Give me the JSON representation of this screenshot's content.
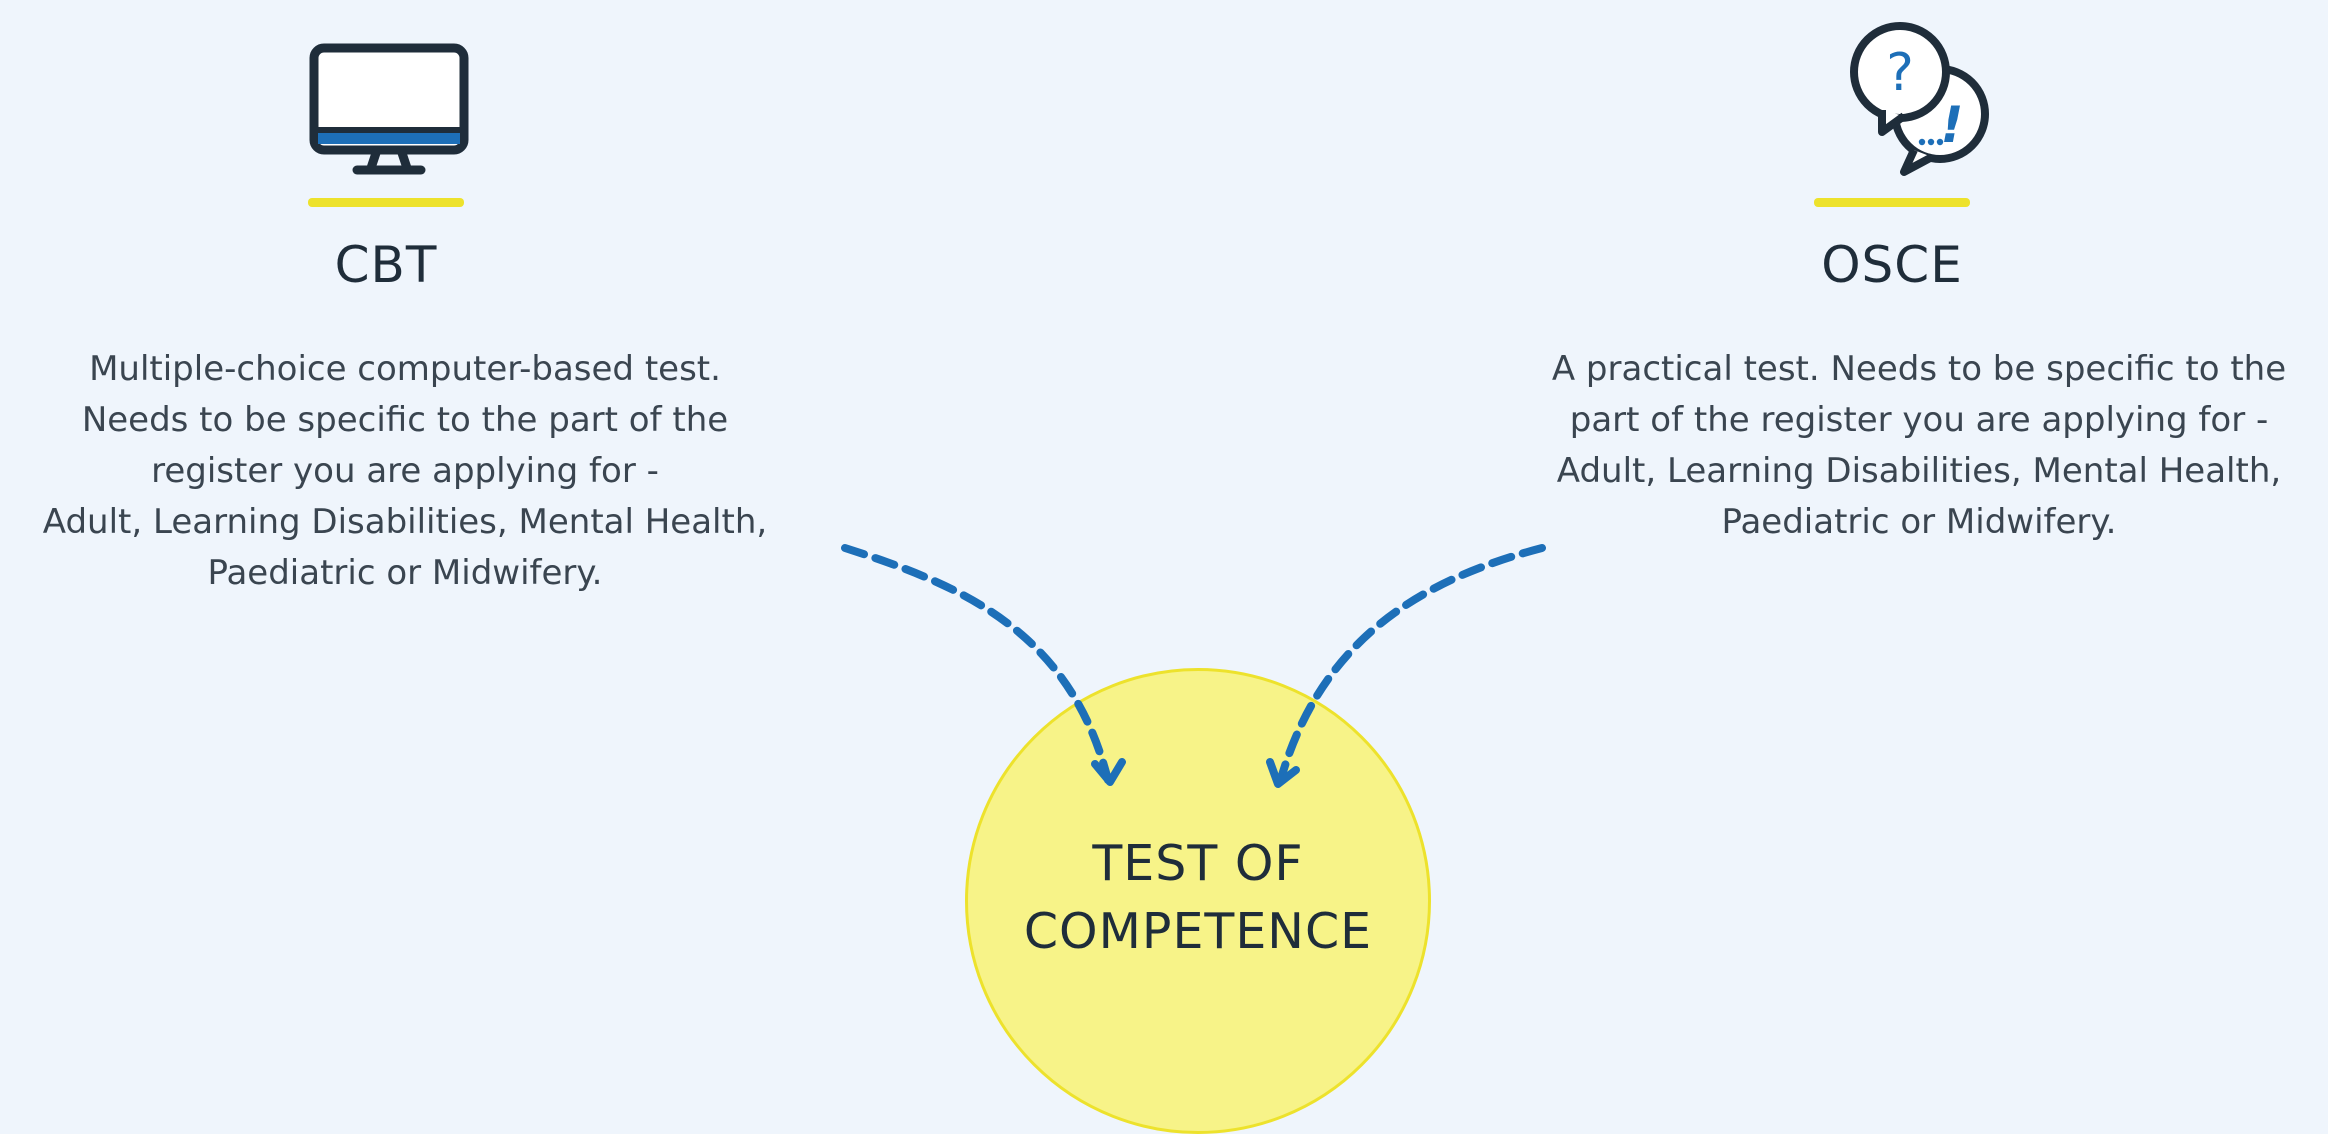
{
  "cbt": {
    "icon": "computer-monitor-icon",
    "title": "CBT",
    "description_lines": [
      "Multiple-choice computer-based test.",
      "Needs to be specific to the part of the",
      "register you are applying for -",
      "Adult, Learning Disabilities, Mental Health,",
      "Paediatric or Midwifery."
    ]
  },
  "osce": {
    "icon": "speech-bubbles-question-exclamation-icon",
    "title": "OSCE",
    "description_lines": [
      "A practical test. Needs to be specific to the",
      "part of the register you are applying for -",
      "Adult, Learning Disabilities, Mental Health,",
      "Paediatric or Midwifery."
    ]
  },
  "center": {
    "label_lines": [
      "TEST OF",
      "COMPETENCE"
    ]
  },
  "colors": {
    "background": "#eff5fc",
    "accent_yellow": "#ede22c",
    "circle_fill": "#f7f388",
    "arrow_blue": "#1d6fb8",
    "icon_dark": "#1f2d3a",
    "text": "#3a4550"
  }
}
